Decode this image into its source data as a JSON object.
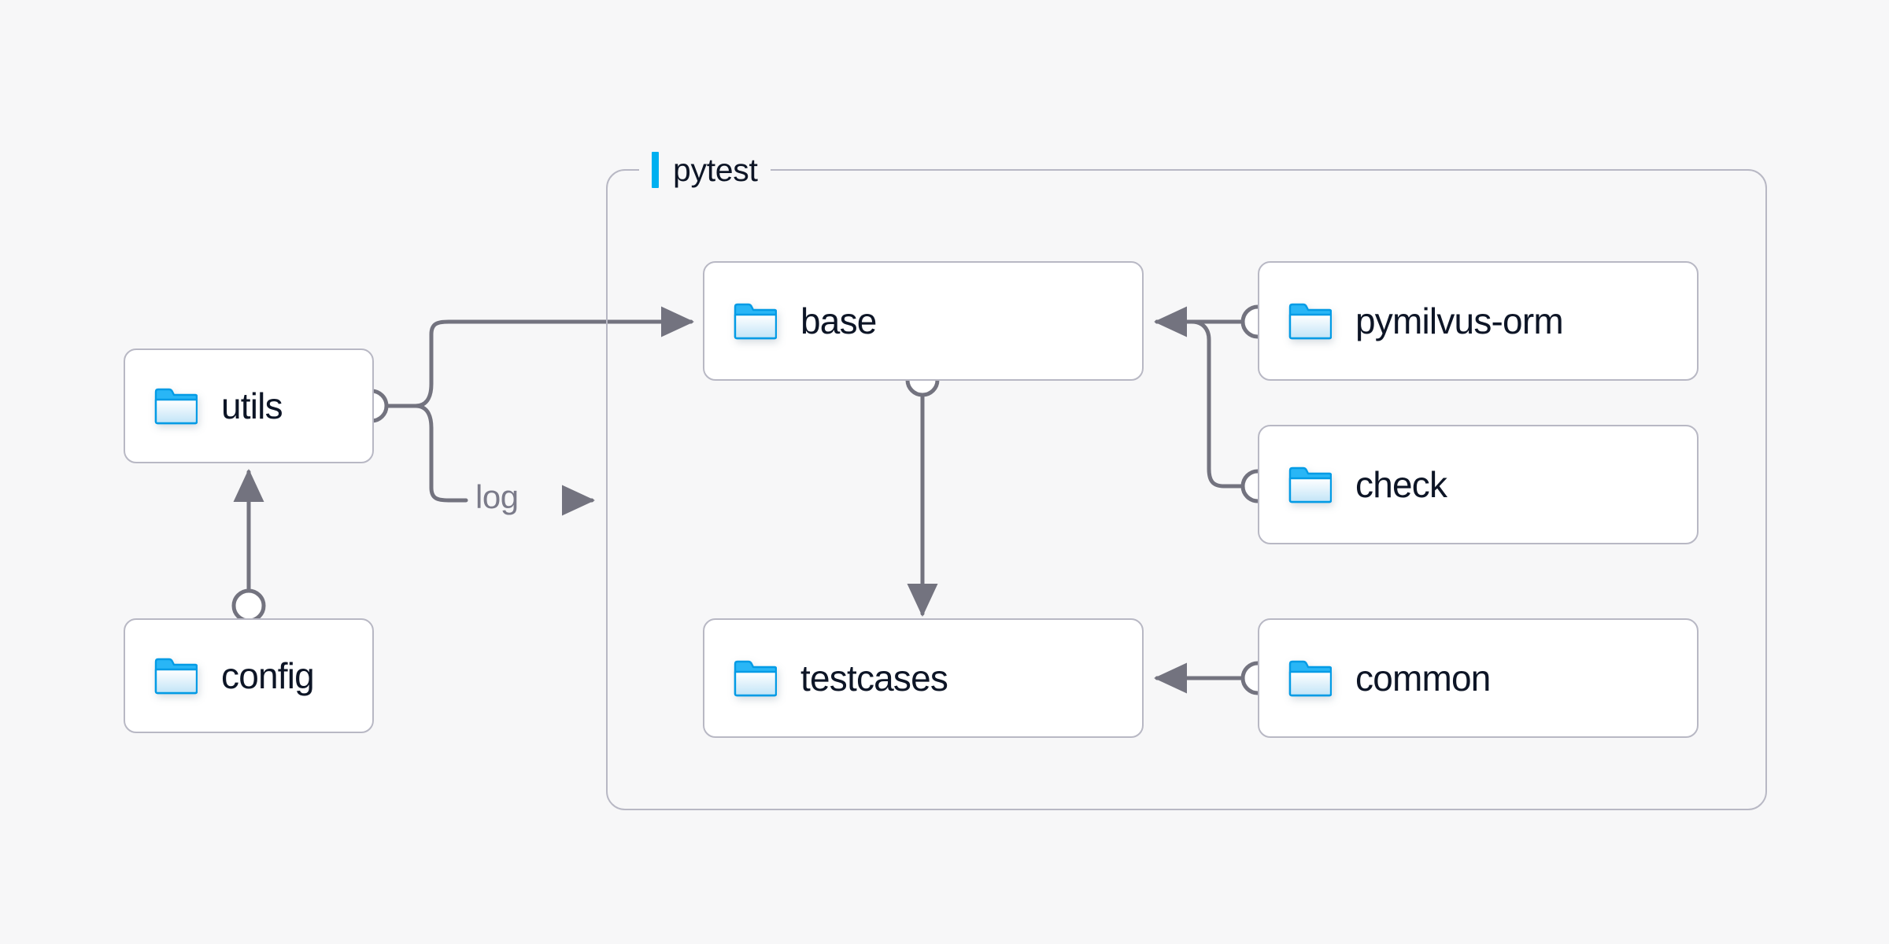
{
  "diagram": {
    "type": "architecture-flow",
    "background_color": "#f7f7f8",
    "accent_color": "#00b0f0",
    "node_border_color": "#b8b8c4",
    "node_fill_color": "#ffffff",
    "edge_color": "#73737f",
    "label_color": "#0d1526",
    "group": {
      "label": "pytest",
      "accent_bar_color": "#00b0f0"
    },
    "nodes": [
      {
        "id": "utils",
        "label": "utils",
        "icon": "folder-icon",
        "group": null
      },
      {
        "id": "config",
        "label": "config",
        "icon": "folder-icon",
        "group": null
      },
      {
        "id": "base",
        "label": "base",
        "icon": "folder-icon",
        "group": "pytest"
      },
      {
        "id": "testcases",
        "label": "testcases",
        "icon": "folder-icon",
        "group": "pytest"
      },
      {
        "id": "pymilvus-orm",
        "label": "pymilvus-orm",
        "icon": "folder-icon",
        "group": "pytest"
      },
      {
        "id": "check",
        "label": "check",
        "icon": "folder-icon",
        "group": "pytest"
      },
      {
        "id": "common",
        "label": "common",
        "icon": "folder-icon",
        "group": "pytest"
      }
    ],
    "edges": [
      {
        "from": "config",
        "to": "utils",
        "label": ""
      },
      {
        "from": "utils",
        "to": "base",
        "label": ""
      },
      {
        "from": "utils",
        "to": "pytest",
        "label": "log"
      },
      {
        "from": "base",
        "to": "testcases",
        "label": ""
      },
      {
        "from": "pymilvus-orm",
        "to": "base",
        "label": ""
      },
      {
        "from": "check",
        "to": "base",
        "label": ""
      },
      {
        "from": "common",
        "to": "testcases",
        "label": ""
      }
    ],
    "edge_labels": {
      "log": "log"
    }
  }
}
